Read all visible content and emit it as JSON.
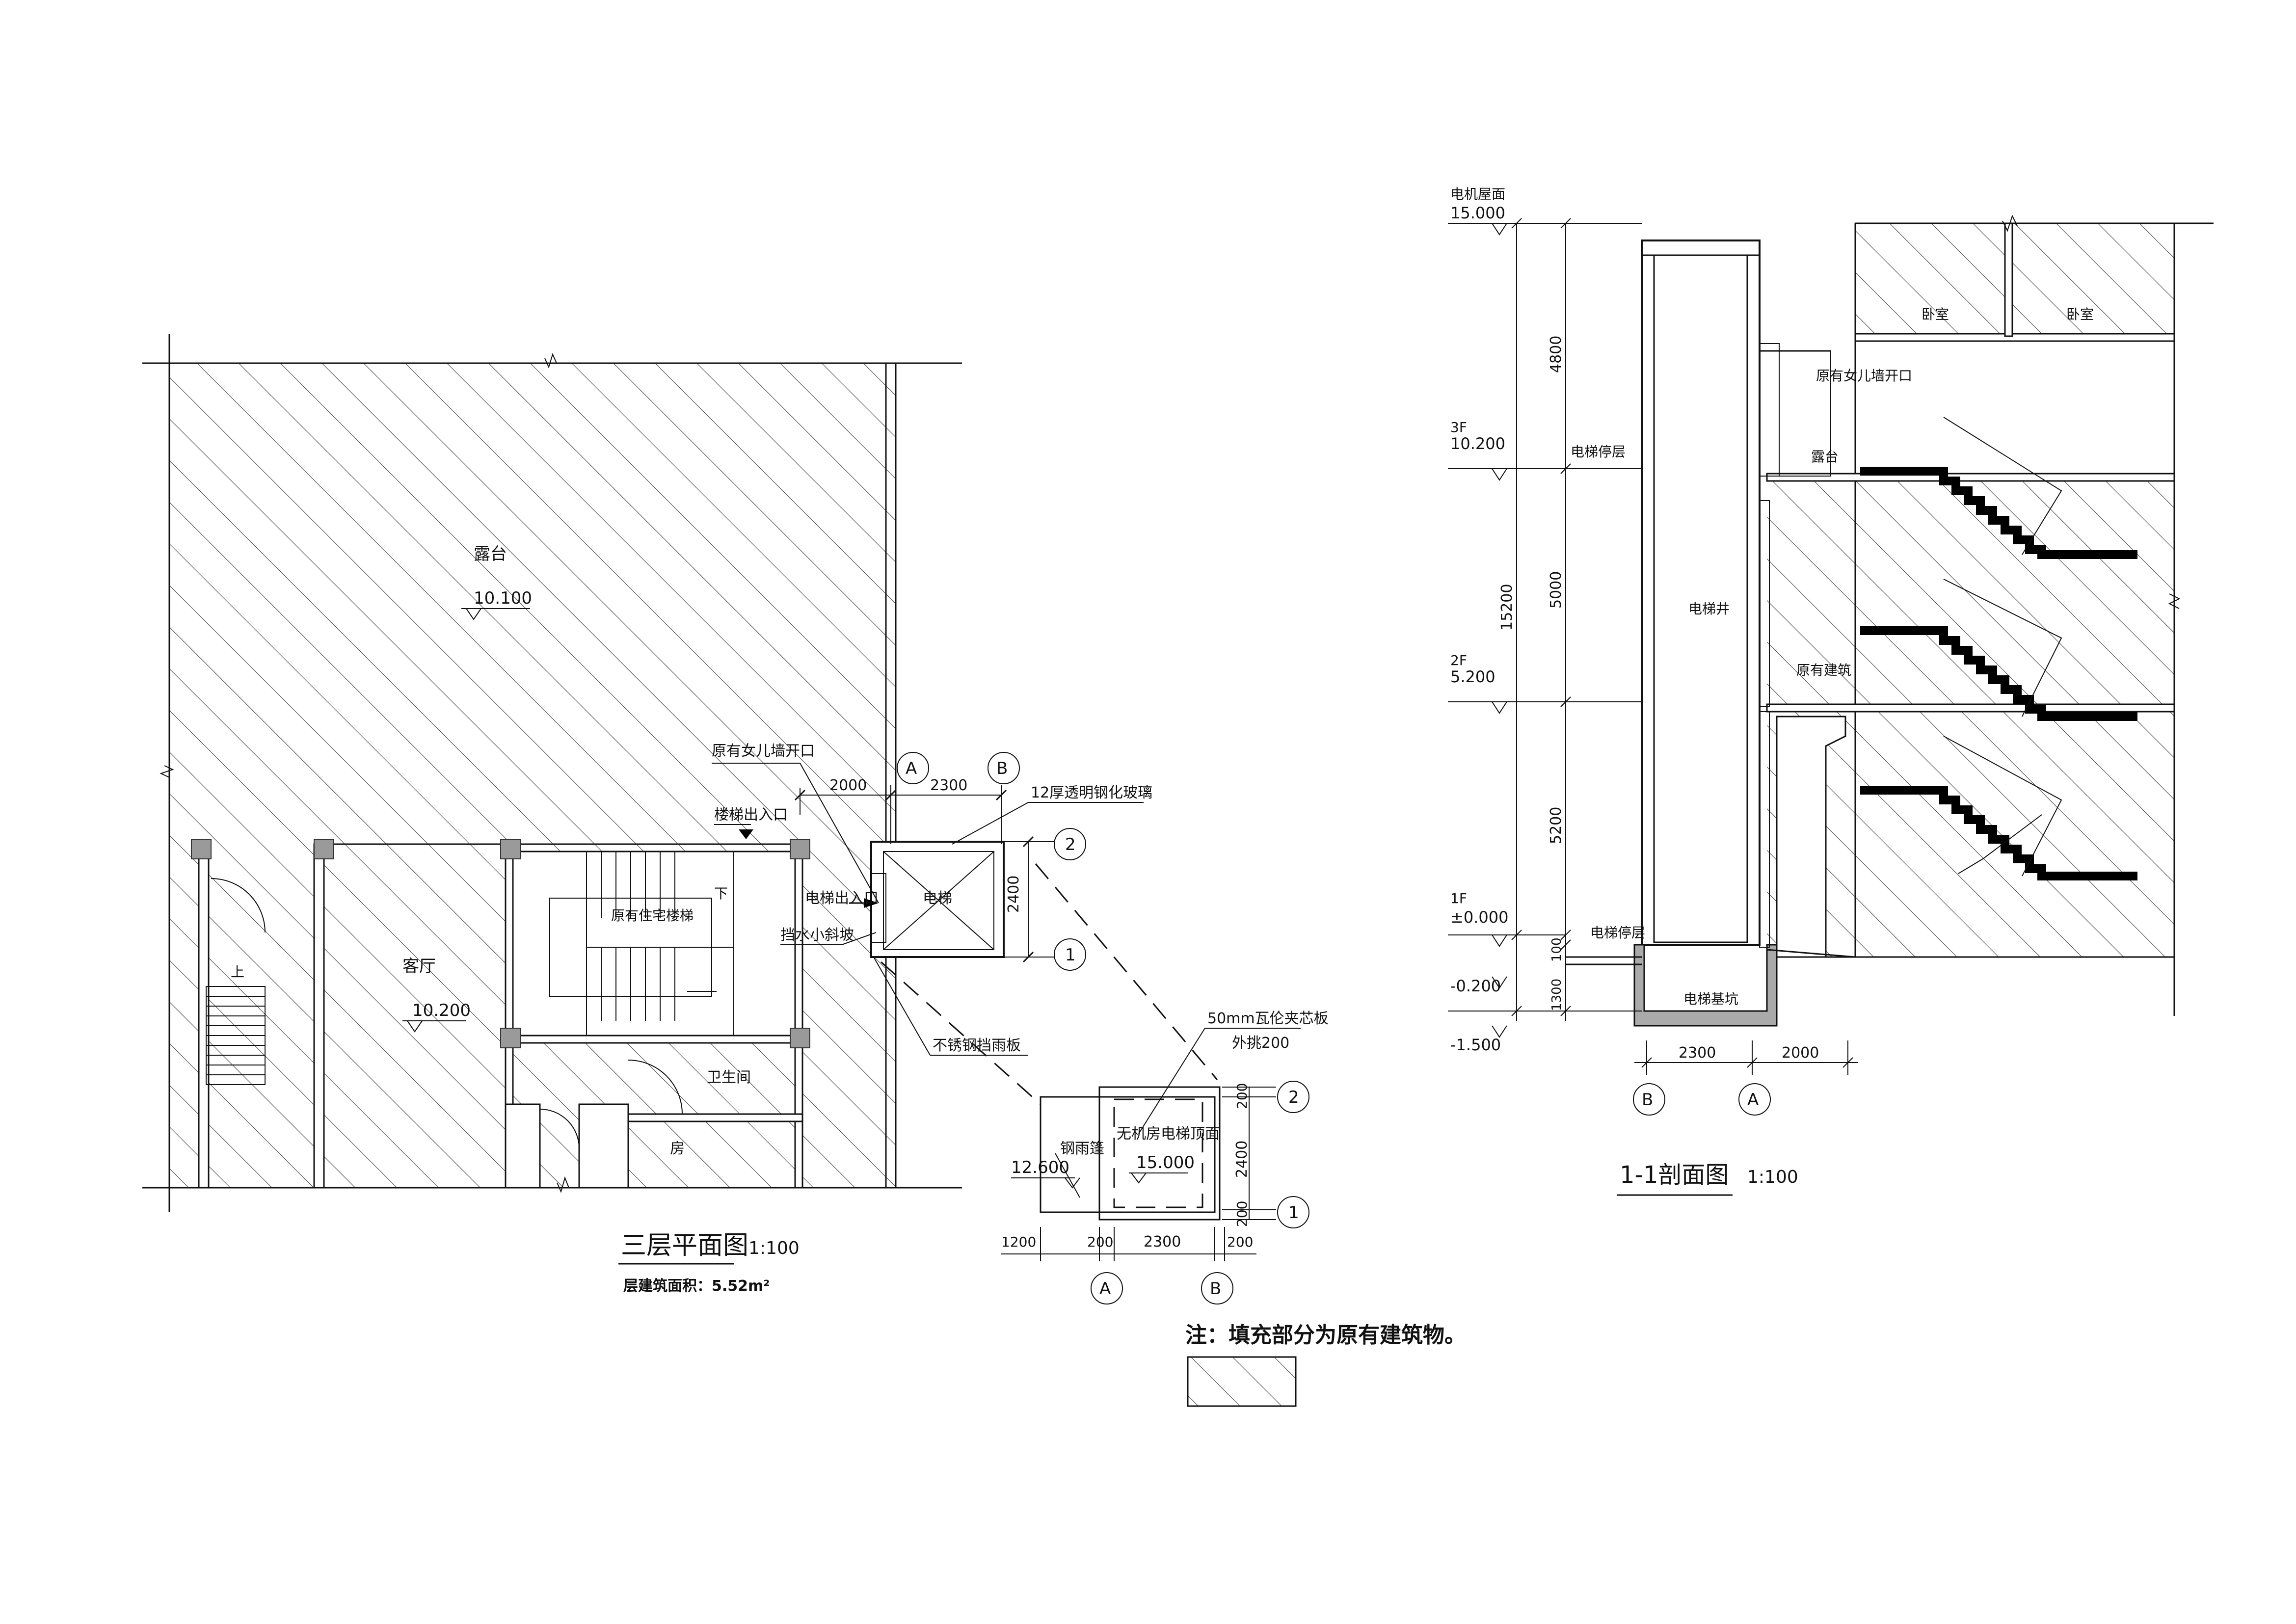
{
  "plan": {
    "title": "三层平面图",
    "scale": "1:100",
    "area_note": "层建筑面积：5.52m²",
    "rooms": {
      "terrace": "露台",
      "terrace_elev": "10.100",
      "living": "客厅",
      "living_elev": "10.200",
      "bath": "卫生间",
      "room": "房",
      "stair": "原有住宅楼梯",
      "up": "上",
      "down": "下",
      "elevator": "电梯"
    },
    "notes": {
      "parapet": "原有女儿墙开口",
      "stair_exit": "楼梯出入口",
      "glass": "12厚透明钢化玻璃",
      "elev_exit": "电梯出入口",
      "slope": "挡水小斜坡",
      "canopy": "不锈钢挡雨板"
    },
    "dims": {
      "d2000": "2000",
      "d2300": "2300",
      "d2400": "2400"
    },
    "axes": {
      "a": "A",
      "b": "B",
      "n1": "1",
      "n2": "2"
    },
    "roof": {
      "panel": "50mm瓦伦夹芯板",
      "overhang": "外挑200",
      "top_label": "无机房电梯顶面",
      "top_elev": "15.000",
      "canopy_label": "钢雨篷",
      "canopy_elev": "12.600",
      "dims": {
        "d200": "200",
        "d1200": "1200",
        "d2300": "2300",
        "d2400": "2400"
      }
    }
  },
  "section": {
    "title": "1-1剖面图",
    "scale": "1:100",
    "levels": {
      "roof_label": "电机屋面",
      "roof_elev": "15.000",
      "l3_label": "3F",
      "l3_elev": "10.200",
      "l2_label": "2F",
      "l2_elev": "5.200",
      "l1_label": "1F",
      "l1_elev": "±0.000",
      "neg1": "-0.200",
      "neg2": "-1.500"
    },
    "dims": {
      "d4800": "4800",
      "d5000": "5000",
      "d5200": "5200",
      "d15200": "15200",
      "d100": "100",
      "d1300": "1300",
      "d2300": "2300",
      "d2000": "2000"
    },
    "labels": {
      "stop_top": "电梯停层",
      "stop_bottom": "电梯停层",
      "shaft": "电梯井",
      "pit": "电梯基坑",
      "parapet": "原有女儿墙开口",
      "terrace": "露台",
      "existing": "原有建筑",
      "bedroom1": "卧室",
      "bedroom2": "卧室"
    },
    "axes": {
      "b": "B",
      "a": "A"
    }
  },
  "legend": {
    "note": "注：填充部分为原有建筑物。"
  }
}
